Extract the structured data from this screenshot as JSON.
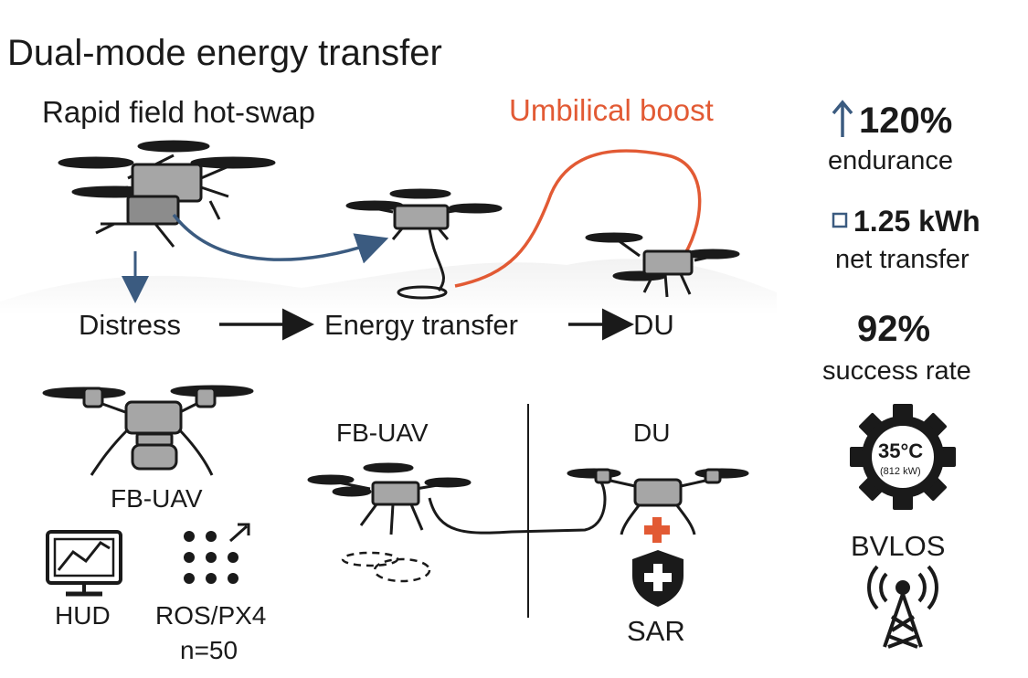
{
  "title": "Dual-mode energy transfer",
  "modes": {
    "hot_swap": "Rapid field hot-swap",
    "umbilical": "Umbilical boost"
  },
  "flow": {
    "step1": "Distress",
    "step2": "Energy transfer",
    "step3": "DU"
  },
  "bottom_left": {
    "drone_label": "FB-UAV",
    "hud_label": "HUD",
    "ros_label": "ROS/PX4",
    "sample_size": "n=50"
  },
  "bottom_middle": {
    "left_label": "FB-UAV",
    "right_label": "DU",
    "sar_label": "SAR"
  },
  "stats": {
    "endurance_value": "120%",
    "endurance_label": "endurance",
    "energy_value": "1.25 kWh",
    "energy_label": "net transfer",
    "success_value": "92%",
    "success_label": "success rate",
    "temp_value": "35°C",
    "temp_sub": "(812 kW)",
    "bvlos_label": "BVLOS"
  },
  "colors": {
    "accent_orange": "#e25a34",
    "accent_blue": "#3b5b80",
    "dark": "#1a1a1a",
    "drone_body": "#9a9a9a",
    "medical_red": "#e25a34"
  },
  "icons": [
    "up-arrow-icon",
    "battery-square-icon",
    "gear-icon",
    "radio-tower-icon",
    "monitor-chart-icon",
    "dot-grid-icon",
    "shield-cross-icon",
    "medical-cross-icon"
  ]
}
